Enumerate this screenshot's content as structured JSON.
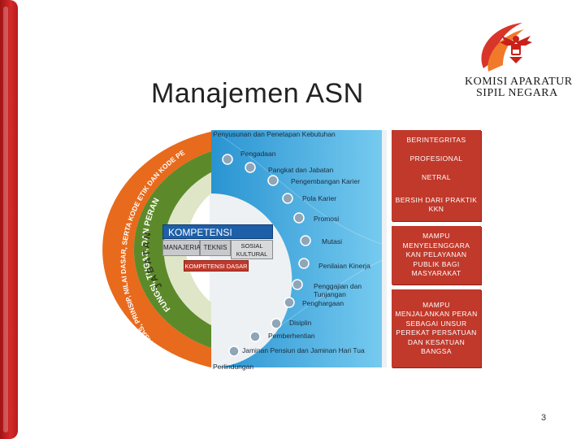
{
  "slide": {
    "title": "Manajemen ASN",
    "page_number": "3"
  },
  "logo": {
    "line1": "KOMISI APARATUR",
    "line2": "SIPIL NEGARA",
    "icon": "garuda-emblem-icon"
  },
  "ring_text": {
    "outer": "ASAS, PRINSIP, NILAI DASAR, SERTA KODE ETIK DAN KODE PERILAKU",
    "middle": "FUNGSI, TUGAS, DAN PERAN",
    "inner": "JABATAN"
  },
  "kompetensi": {
    "header": "KOMPETENSI JABATAN",
    "manajerial": "MANAJERIAL",
    "teknis": "TEKNIS",
    "sosial_line1": "SOSIAL",
    "sosial_line2": "KULTURAL",
    "dasar": "KOMPETENSI DASAR"
  },
  "stages": [
    "Penyusunan dan Penetapan Kebutuhan",
    "Pengadaan",
    "Pangkat dan Jabatan",
    "Pengembangan Karier",
    "Pola Karier",
    "Promosi",
    "Mutasi",
    "Penilaian Kinerja",
    "Penggajian dan Tunjangan",
    "Penghargaan",
    "Disiplin",
    "Pemberhentian",
    "Jaminan Pensiun dan Jaminan Hari Tua",
    "Perlindungan"
  ],
  "values": [
    "BERINTEGRITAS",
    "PROFESIONAL",
    "NETRAL",
    "BERSIH DARI PRAKTIK KKN",
    "MAMPU MENYELENGGARA KAN PELAYANAN PUBLIK BAGI MASYARAKAT",
    "MAMPU MENJALANKAN PERAN SEBAGAI UNSUR PEREKAT PERSATUAN DAN KESATUAN BANGSA"
  ],
  "colors": {
    "brand_red": "#c0392b",
    "outer_ring": "#e86a1c",
    "middle_ring": "#5c8a2a",
    "inner_ring": "#dfe6c8",
    "blue_fan": "#29a3e0",
    "kompetensi_header": "#1d5fa8"
  }
}
